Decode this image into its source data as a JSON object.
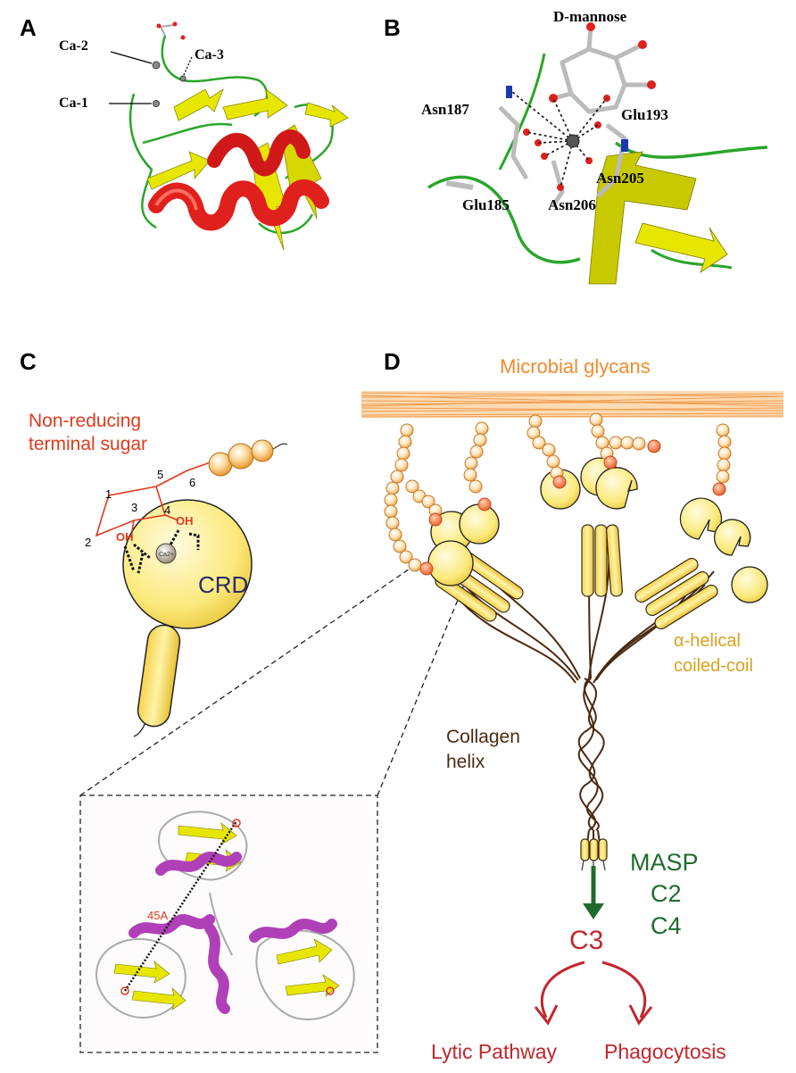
{
  "panels": {
    "a": {
      "letter": "A",
      "labels": {
        "ca2": "Ca-2",
        "ca3": "Ca-3",
        "ca1": "Ca-1"
      }
    },
    "b": {
      "letter": "B",
      "labels": {
        "mannose": "D-mannose",
        "asn187": "Asn187",
        "glu193": "Glu193",
        "asn205": "Asn205",
        "glu185": "Glu185",
        "asn206": "Asn206"
      }
    },
    "c": {
      "letter": "C",
      "title_line1": "Non-reducing",
      "title_line2": "terminal sugar",
      "ring_numbers": [
        "1",
        "2",
        "3",
        "4",
        "5",
        "6"
      ],
      "oh": "OH",
      "ion": "Ca2+",
      "crd": "CRD",
      "zoom_distance": "45A"
    },
    "d": {
      "letter": "D",
      "glycans_label": "Microbial glycans",
      "coiled_coil_line1": "α-helical",
      "coiled_coil_line2": "coiled-coil",
      "collagen_line1": "Collagen",
      "collagen_line2": "helix",
      "masp": "MASP",
      "c2": "C2",
      "c4": "C4",
      "c3": "C3",
      "lytic": "Lytic Pathway",
      "phago": "Phagocytosis"
    }
  },
  "colors": {
    "helix_red": "#e0201c",
    "sheet_yellow": "#e6e600",
    "loop_green": "#2aa52a",
    "orange": "#f28a2e",
    "crd_yellow": "#fbe97a",
    "collagen_brown": "#4a2a10",
    "masp_green": "#1f6b2e",
    "c3_red": "#c0272d",
    "purple": "#b040b8",
    "coiled_gold": "#d8a21e"
  }
}
